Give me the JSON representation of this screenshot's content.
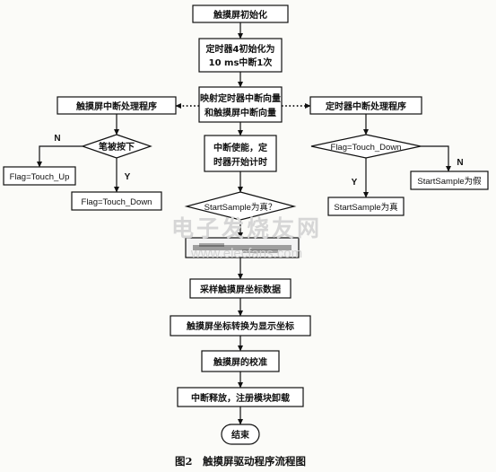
{
  "flowchart": {
    "nodes": {
      "init": "触摸屏初始化",
      "timer_init_line1": "定时器4初始化为",
      "timer_init_line2": "10 ms中断1次",
      "map_vectors_line1": "映射定时器中断向量",
      "map_vectors_line2": "和触摸屏中断向量",
      "touch_isr": "触摸屏中断处理程序",
      "timer_isr": "定时器中断处理程序",
      "pen_down_decision": "笔被按下",
      "flag_touch_up": "Flag=Touch_Up",
      "flag_touch_down": "Flag=Touch_Down",
      "enable_int_line1": "中断使能，定",
      "enable_int_line2": "时器开始计时",
      "flag_decision": "Flag=Touch_Down",
      "sample_false": "StartSample为假",
      "sample_true": "StartSample为真",
      "sample_decision": "StartSample为真？",
      "sample_coords": "采样触摸屏坐标数据",
      "convert_coords": "触摸屏坐标转换为显示坐标",
      "calibrate": "触摸屏的校准",
      "release": "中断释放，注册模块卸载",
      "end": "结束"
    },
    "branch_labels": {
      "pen_no": "N",
      "pen_yes": "Y",
      "flag_no": "N",
      "flag_yes": "Y"
    }
  },
  "caption": "图2　触摸屏驱动程序流程图",
  "watermark": {
    "text": "电子发烧友网",
    "url": "www.elecfans.com"
  }
}
